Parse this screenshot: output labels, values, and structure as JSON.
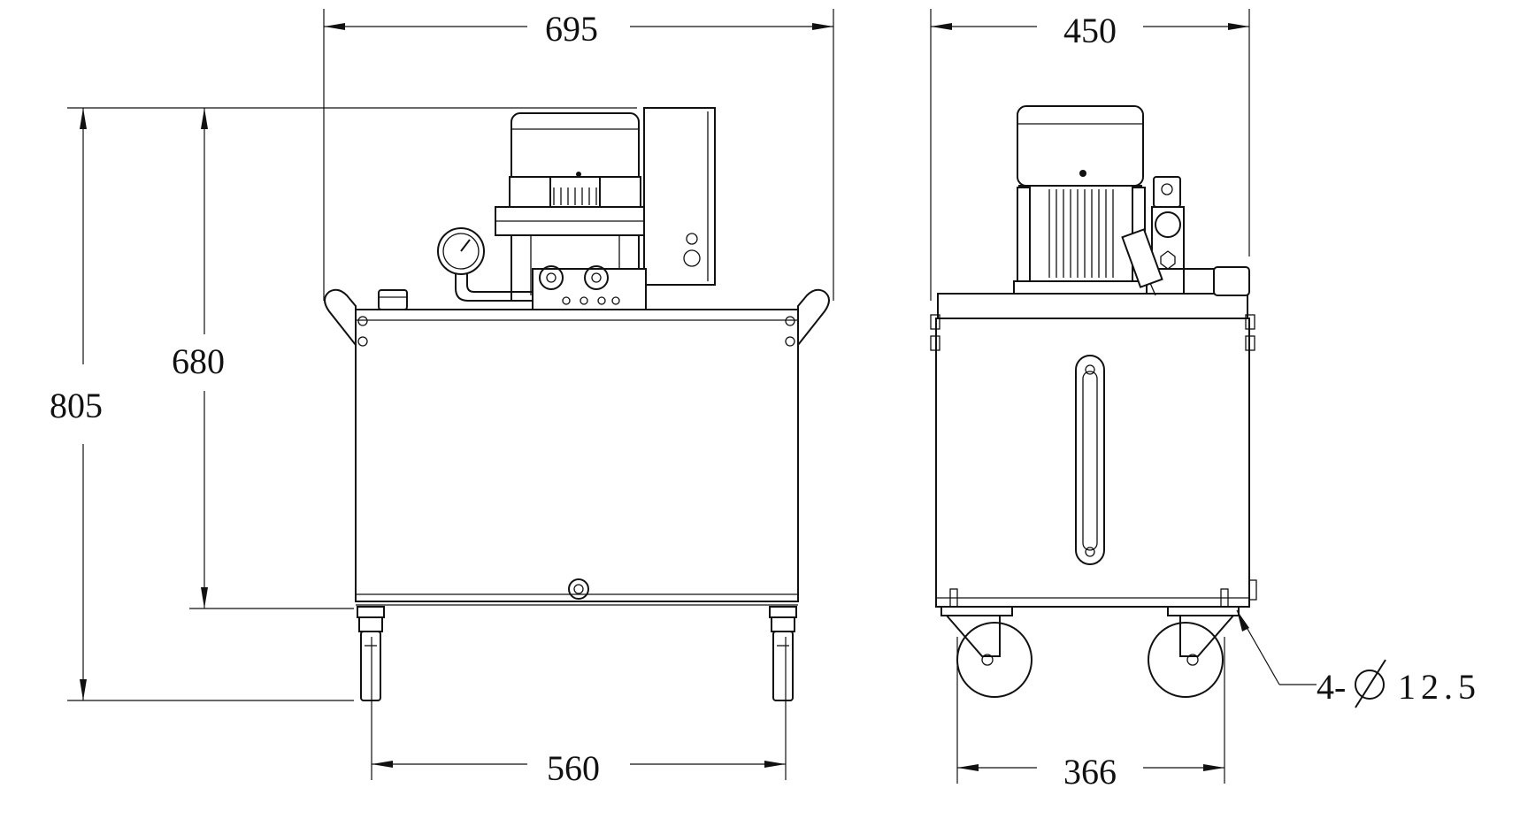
{
  "drawing": {
    "front_view": {
      "dims": {
        "overall_width": "695",
        "overall_height": "805",
        "tank_height": "680",
        "wheel_span": "560"
      }
    },
    "side_view": {
      "dims": {
        "overall_depth": "450",
        "wheel_span": "366"
      },
      "callout": {
        "hole_count": "4-",
        "diameter": "12.5"
      }
    }
  }
}
